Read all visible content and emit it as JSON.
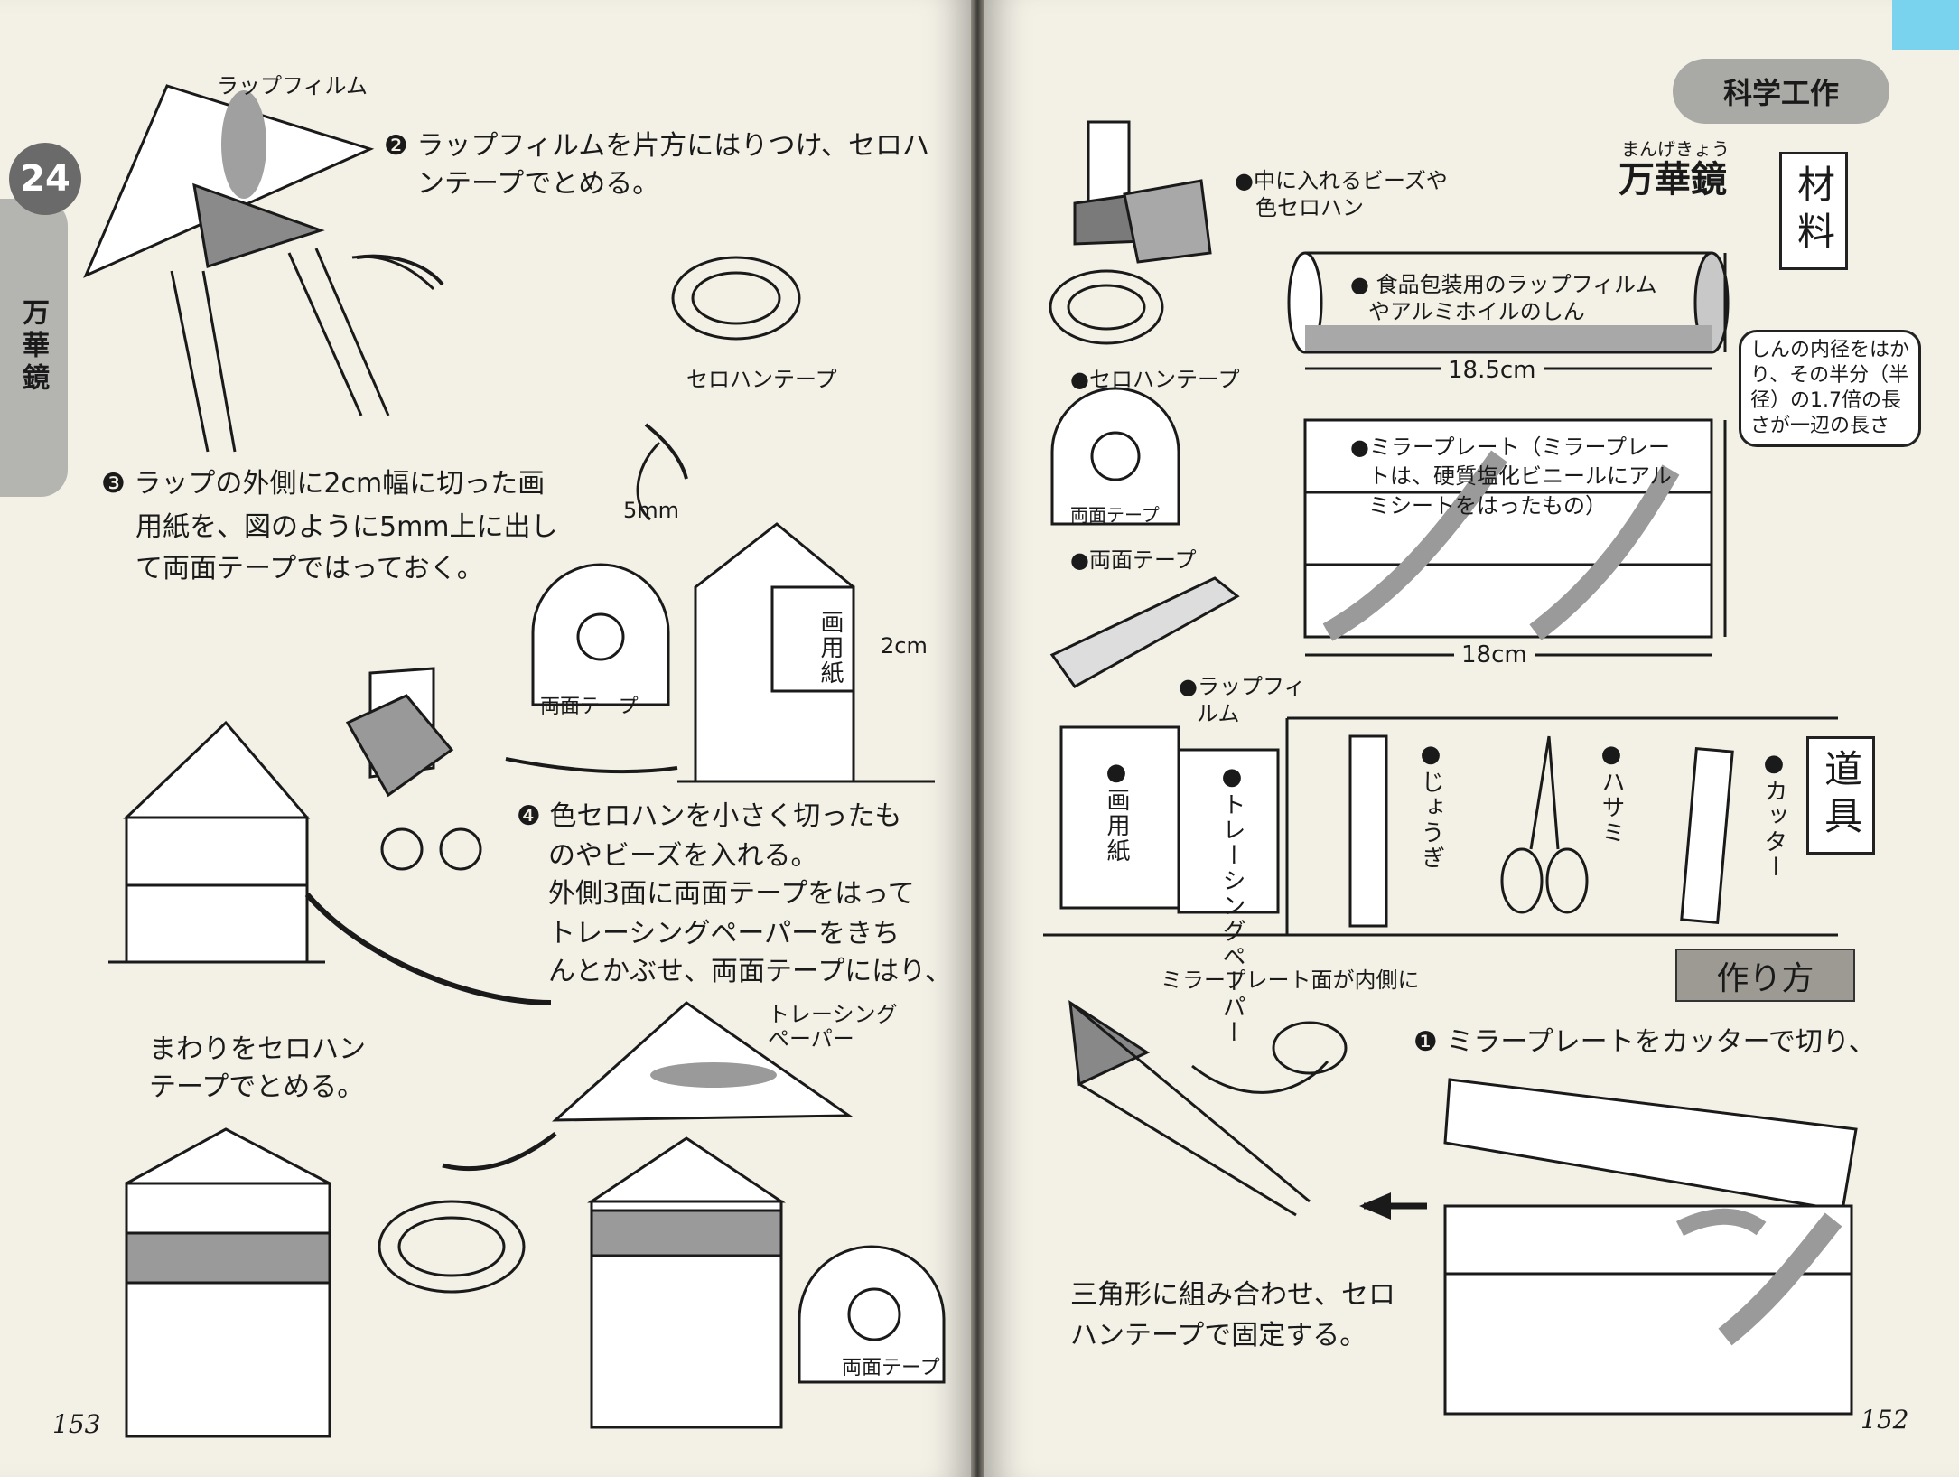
{
  "left_page": {
    "chapter_number": "24",
    "chapter_title": "万華鏡",
    "page_number": "153",
    "label_wrap_film": "ラップフィルム",
    "step2_line1": "❷ ラップフィルムを片方にはりつけ、セロハ",
    "step2_line2": "ンテープでとめる。",
    "label_cello_tape": "セロハンテープ",
    "step3_line1": "❸ ラップの外側に2cm幅に切った画",
    "step3_line2": "用紙を、図のように5mm上に出し",
    "step3_line3": "て両面テープではっておく。",
    "label_5mm": "5mm",
    "label_paper": "画用紙",
    "label_2cm": "2cm",
    "label_double_tape_1": "両面テープ",
    "step4_line1": "❹ 色セロハンを小さく切ったも",
    "step4_line2": "のやビーズを入れる。",
    "step4_line3": "外側3面に両面テープをはって",
    "step4_line4": "トレーシングペーパーをきち",
    "step4_line5": "んとかぶせ、両面テープにはり、",
    "label_tracing_1": "トレーシング",
    "label_tracing_2": "ペーパー",
    "step5_line1": "まわりをセロハン",
    "step5_line2": "テープでとめる。",
    "label_double_tape_2": "両面テープ"
  },
  "right_page": {
    "header_badge": "科学工作",
    "title_ruby": "まんげきょう",
    "title": "万華鏡",
    "page_number": "152",
    "materials_label": "材料",
    "tools_label": "道具",
    "howto_label": "作り方",
    "mat_beads_1": "●中に入れるビーズや",
    "mat_beads_2": "色セロハン",
    "mat_core_1": "● 食品包装用のラップフィルム",
    "mat_core_2": "やアルミホイルのしん",
    "dim_185": "18.5cm",
    "mat_cello": "●セロハンテープ",
    "note_1": "しんの内径をはか",
    "note_2": "り、その半分（半",
    "note_3": "径）の1.7倍の長",
    "note_4": "さが一辺の長さ",
    "mat_mirror_1": "●ミラープレート（ミラープレー",
    "mat_mirror_2": "トは、硬質塩化ビニールにアル",
    "mat_mirror_3": "ミシートをはったもの）",
    "mat_double": "●両面テープ",
    "label_double_tape": "両面テープ",
    "dim_18": "18cm",
    "mat_wrap_1": "●ラップフィ",
    "mat_wrap_2": "ルム",
    "mat_paper": "●画用紙",
    "mat_tracing": "●トレーシングペーパー",
    "tool_ruler": "●じょうぎ",
    "tool_scissors": "●ハサミ",
    "tool_cutter": "●カッター",
    "label_mirror_inside": "ミラープレート面が内側に",
    "step1": "❶ ミラープレートをカッターで切り、",
    "step1b_line1": "三角形に組み合わせ、セロ",
    "step1b_line2": "ハンテープで固定する。"
  }
}
